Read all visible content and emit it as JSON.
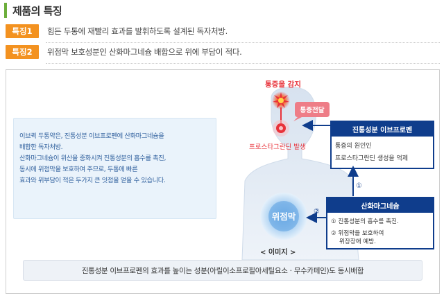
{
  "header": {
    "title": "제품의 특징"
  },
  "features": [
    {
      "badge": "특징1",
      "text": "힘든 두통에 재빨리 효과를 발휘하도록 설계된 독자처방."
    },
    {
      "badge": "특징2",
      "text": "위점막 보호성분인 산화마그네슘 배합으로 위에 부담이 적다."
    }
  ],
  "description": {
    "lines": [
      "이브퀵 두통약은, 진통성분 이브프로펜에 산화마그네슘을",
      "배합한 독자처방.",
      "산화마그네슘이 위산을 중화시켜 진통성분의 흡수를 촉진,",
      "동시에 위점막을 보호하여 주므로, 두통에 빠른",
      "효과와 위부담이 적은 두가지 큰 잇점을 얻을 수 있습니다."
    ]
  },
  "figure": {
    "pain_sense": "통증을 감지",
    "pain_transmit": "통증전달",
    "prostaglandin": "프로스타그란딘 발생",
    "stomach": "위점막",
    "ibuprofen_title": "진통성분 이브프로펜",
    "ibuprofen_line1": "통증의 원인인",
    "ibuprofen_line2": "프로스타그란딘 생성을 억제",
    "mg_title": "산화마그네슘",
    "mg_item1": "① 진통성분의 흡수를 촉진.",
    "mg_item2a": "② 위점막을 보호하여",
    "mg_item2b": "위장장애 예방.",
    "marker1": "①",
    "marker2": "②",
    "caption": "< 이미지 >"
  },
  "footer": {
    "text": "진통성분 이브프로펜의 효과를 높이는 성분(아릴이소프로필아세틸요소 · 무수카페인)도 동시배합"
  },
  "colors": {
    "accent_green": "#6cae3b",
    "badge_orange": "#f39220",
    "navy": "#0f3d8c",
    "red": "#e8323a",
    "pink": "#ee7d87"
  }
}
